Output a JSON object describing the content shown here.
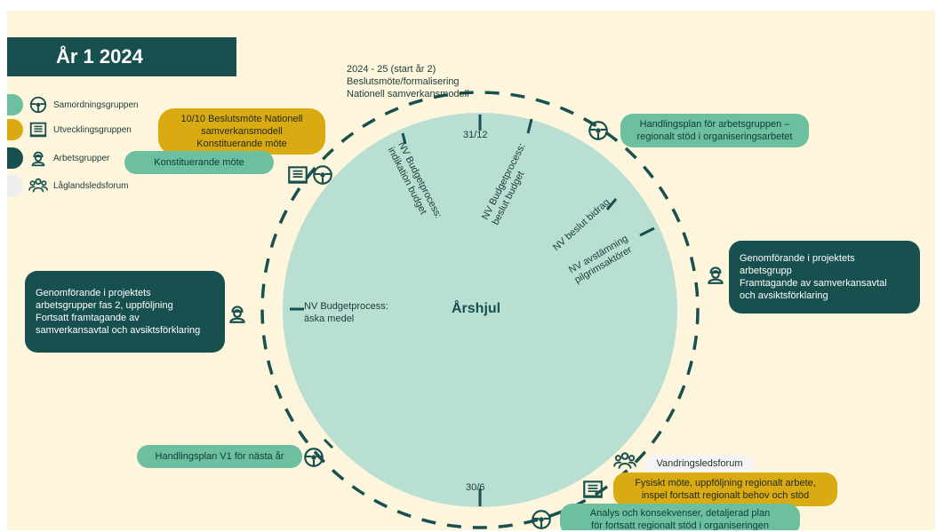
{
  "title": "År 1 2024",
  "center_label": "Årshjul",
  "legend": [
    {
      "label": "Samordningsgruppen",
      "color": "#6cbf9f",
      "icon": "steering-wheel-icon"
    },
    {
      "label": "Utvecklingsgruppen",
      "color": "#d9aa11",
      "icon": "book-icon"
    },
    {
      "label": "Arbetsgrupper",
      "color": "#17504f",
      "icon": "worker-icon"
    },
    {
      "label": "Låglandsledsforum",
      "color": "#eeeeee",
      "icon": "people-group-icon"
    }
  ],
  "top_note": {
    "line1": "2024 - 25 (start år 2)",
    "line2": "Beslutsmöte/formalisering",
    "line3": "Nationell samverkansmodell"
  },
  "ticks": {
    "top": "31/12",
    "bottom": "30/6"
  },
  "wheel_labels": {
    "indikation": [
      "NV Budgetprocess:",
      "indikation budget"
    ],
    "beslut": [
      "NV Budgetprocess:",
      "beslut budget"
    ],
    "beslut_bidrag": "NV beslut bidrag",
    "avstamning": [
      "NV avstämning",
      "pilgrimsaktörer"
    ],
    "aska": [
      "NV Budgetprocess:",
      "äska medel"
    ]
  },
  "events": {
    "beslutsmote": [
      "10/10 Beslutsmöte Nationell",
      "samverkansmodell",
      "Konstituerande möte"
    ],
    "konstituerande": "Konstituerande möte",
    "handlingsplan_arbetsgruppen": [
      "Handlingsplan för arbetsgruppen –",
      "regionalt stöd i organiseringsarbetet"
    ],
    "genomforande_right": [
      "Genomförande i projektets",
      "arbetsgrupp",
      "Framtagande av samverkansavtal",
      "och avsiktsförklaring"
    ],
    "genomforande_left": [
      "Genomförande i projektets",
      "arbetsgrupper fas 2, uppföljning",
      "Fortsatt framtagande av",
      "samverkansavtal och avsiktsförklaring"
    ],
    "handlingsplan_v1": "Handlingsplan V1 för nästa år",
    "vandringsledsforum": "Vandringsledsforum",
    "fysiskt_mote": [
      "Fysiskt möte, uppföljning regionalt arbete,",
      "inspel fortsatt regionalt behov och stöd"
    ],
    "analys": [
      "Analys och konsekvenser, detaljerad plan",
      "för fortsatt regionalt stöd i organiseringen"
    ]
  },
  "colors": {
    "dark": "#17504f",
    "mint": "#6cbf9f",
    "gold": "#d9aa11",
    "wheel": "#b9dfd3",
    "background": "#fdf6dc"
  }
}
